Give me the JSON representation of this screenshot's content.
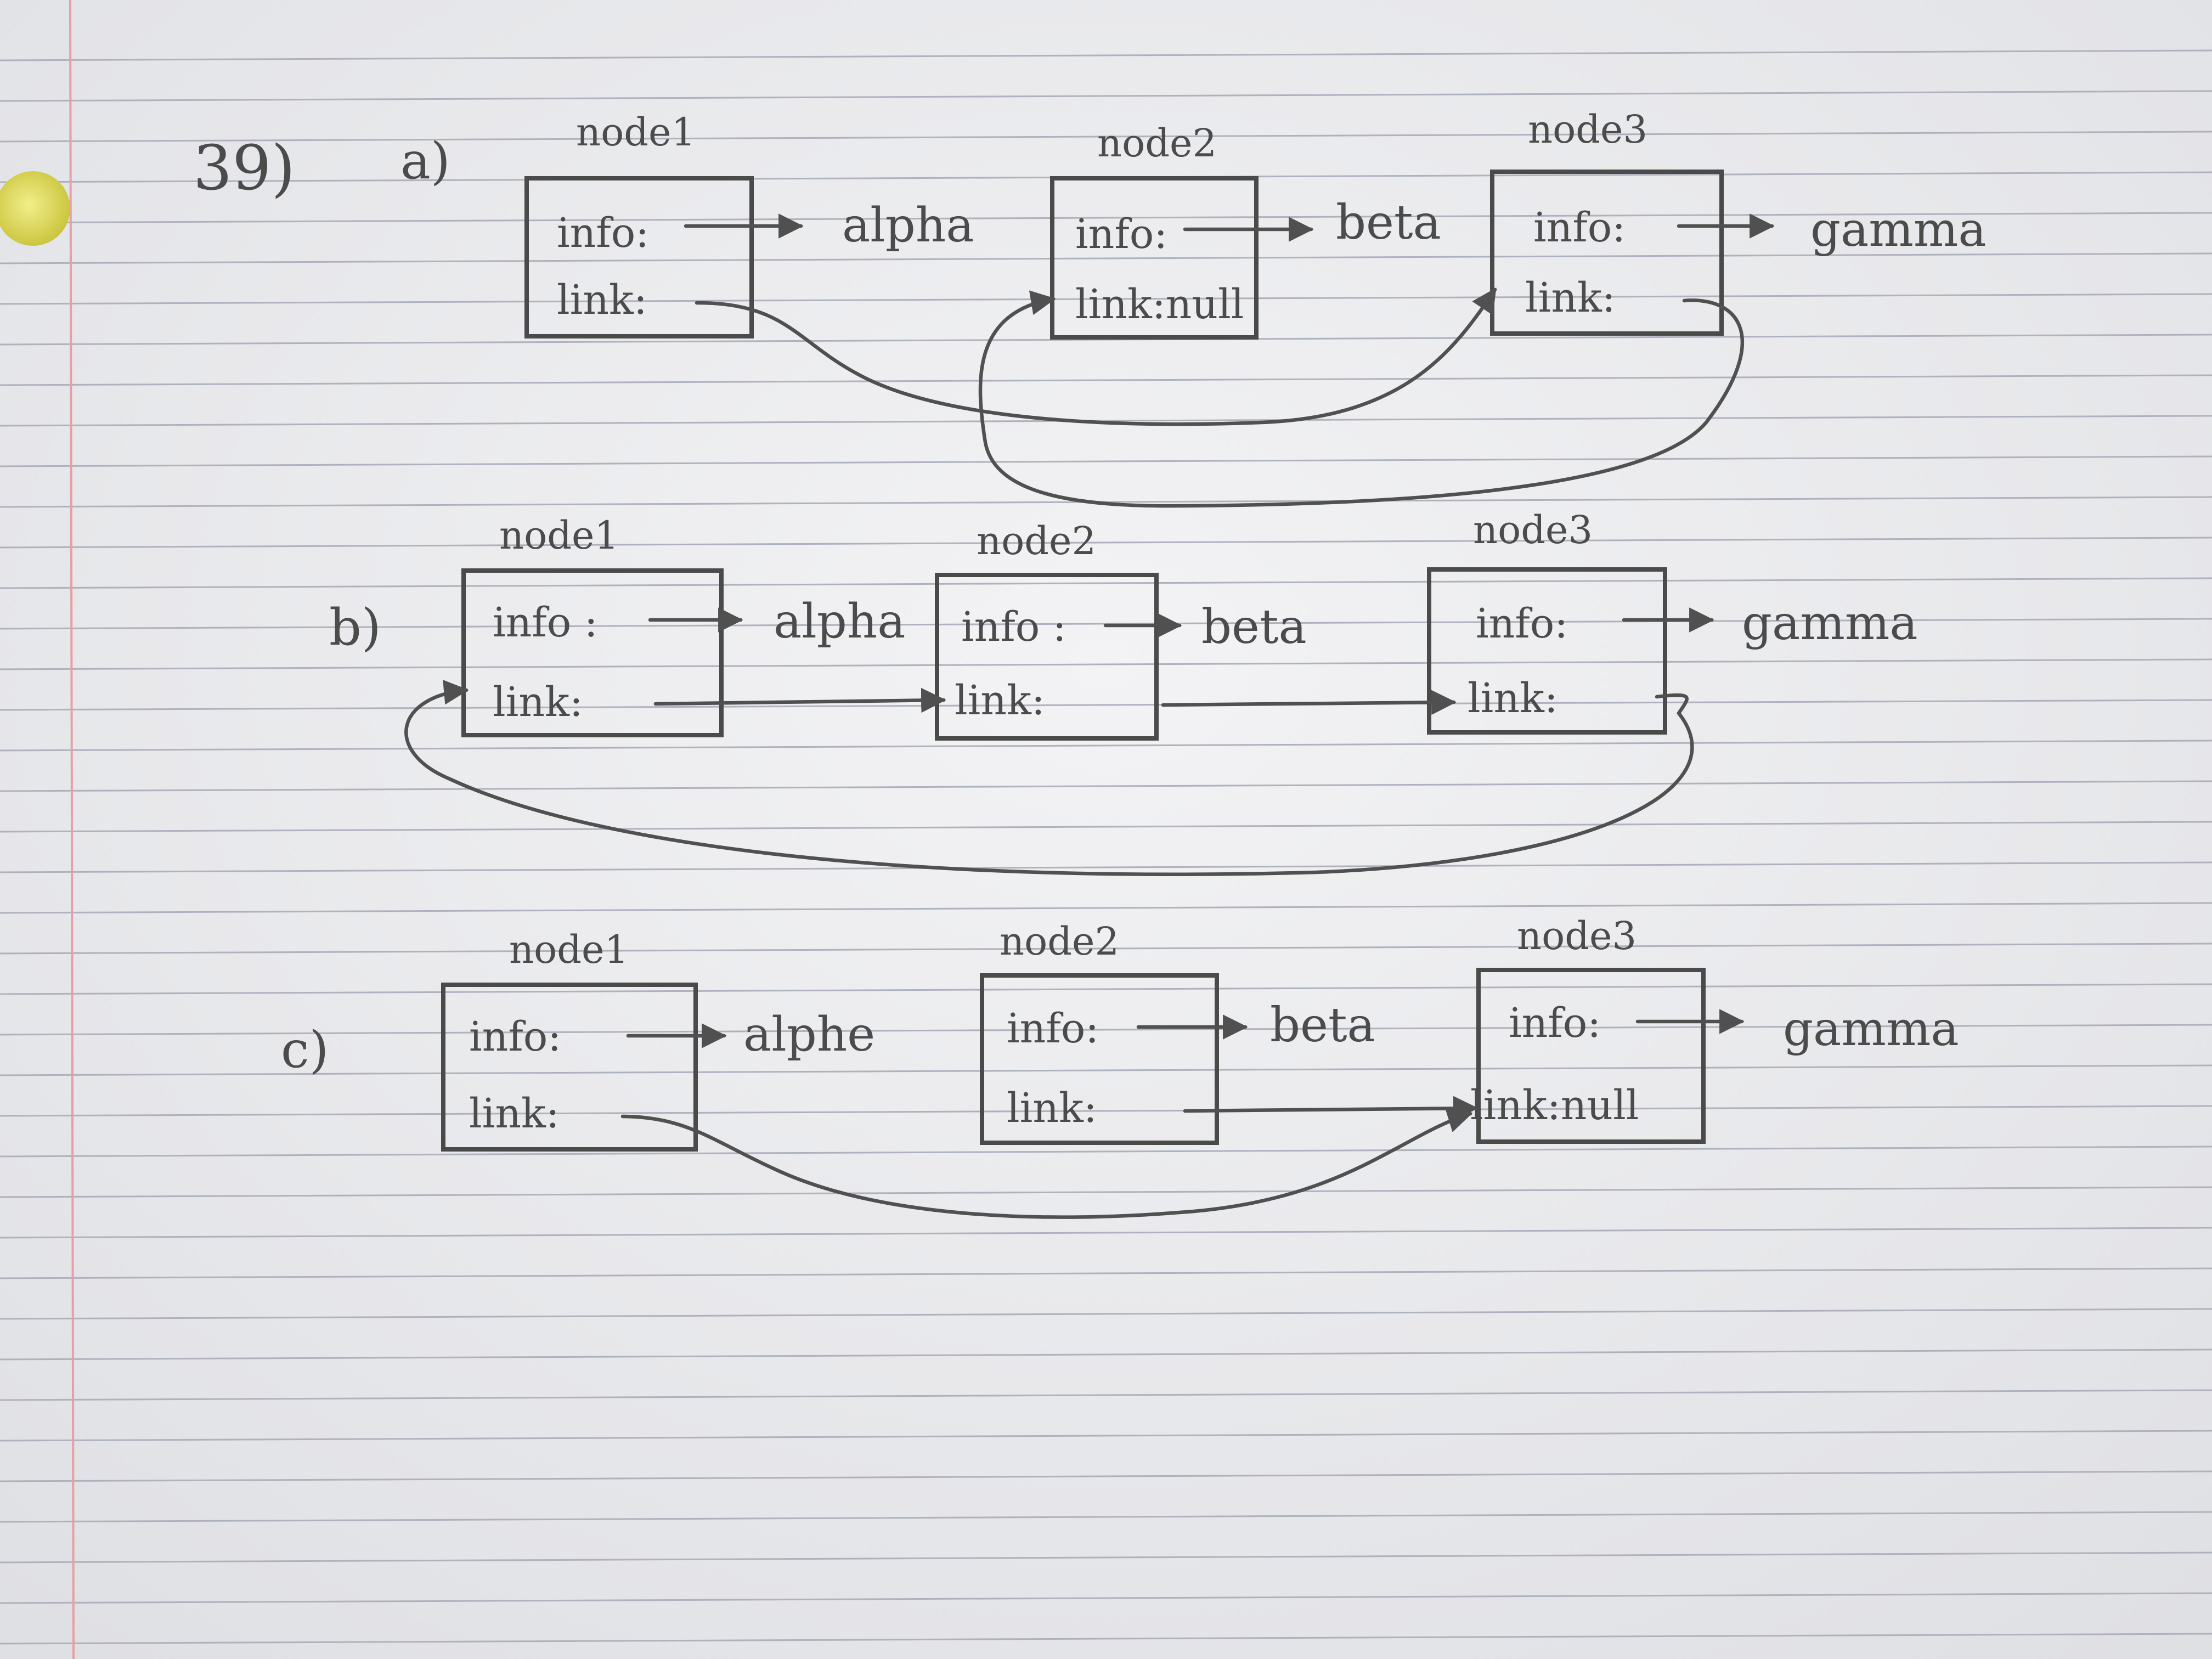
{
  "question_number": "39)",
  "parts": [
    {
      "label": "a)",
      "nodes": [
        {
          "name": "node1",
          "info_label": "info:",
          "link_label": "link:",
          "value": "alpha"
        },
        {
          "name": "node2",
          "info_label": "info:",
          "link_label": "link:null",
          "value": "beta"
        },
        {
          "name": "node3",
          "info_label": "info:",
          "link_label": "link:",
          "value": "gamma"
        }
      ],
      "links": [
        {
          "from": "node1",
          "to": "node3"
        },
        {
          "from": "node3",
          "to": "node2"
        }
      ]
    },
    {
      "label": "b)",
      "nodes": [
        {
          "name": "node1",
          "info_label": "info :",
          "link_label": "link:",
          "value": "alpha"
        },
        {
          "name": "node2",
          "info_label": "info :",
          "link_label": "link:",
          "value": "beta"
        },
        {
          "name": "node3",
          "info_label": "info:",
          "link_label": "link:",
          "value": "gamma"
        }
      ],
      "links": [
        {
          "from": "node1",
          "to": "node2"
        },
        {
          "from": "node2",
          "to": "node3"
        },
        {
          "from": "node3",
          "to": "node1"
        }
      ]
    },
    {
      "label": "c)",
      "nodes": [
        {
          "name": "node1",
          "info_label": "info:",
          "link_label": "link:",
          "value": "alphe"
        },
        {
          "name": "node2",
          "info_label": "info:",
          "link_label": "link:",
          "value": "beta"
        },
        {
          "name": "node3",
          "info_label": "info:",
          "link_label": "link:null",
          "value": "gamma"
        }
      ],
      "links": [
        {
          "from": "node1",
          "to": "node3"
        },
        {
          "from": "node2",
          "to": "node3"
        }
      ]
    }
  ]
}
